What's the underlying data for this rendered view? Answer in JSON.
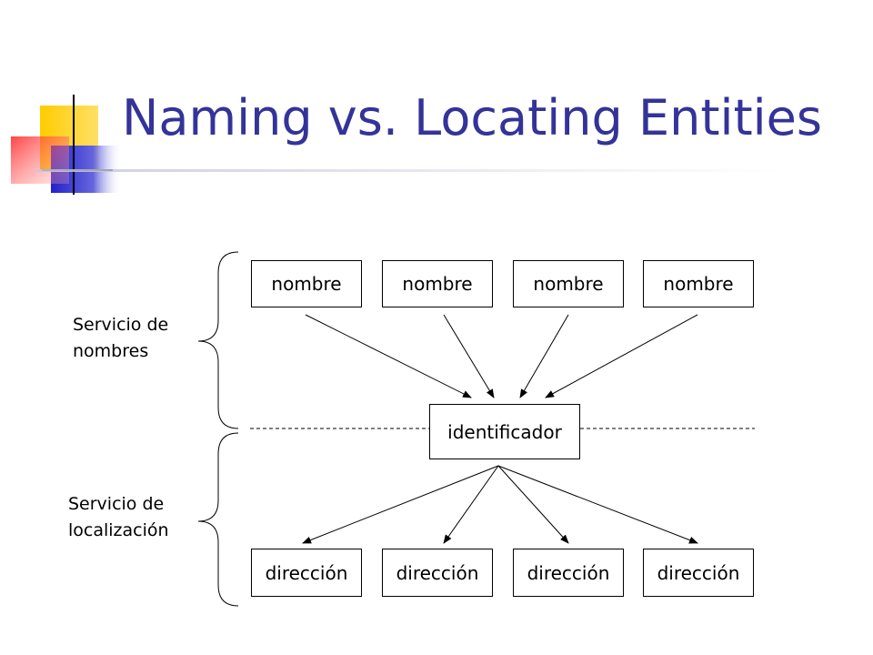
{
  "slide": {
    "title": "Naming vs. Locating Entities"
  },
  "labels": {
    "naming_service_line1": "Servicio de",
    "naming_service_line2": "nombres",
    "location_service_line1": "Servicio de",
    "location_service_line2": "localización"
  },
  "nodes": {
    "names": [
      "nombre",
      "nombre",
      "nombre",
      "nombre"
    ],
    "identifier": "identificador",
    "addresses": [
      "dirección",
      "dirección",
      "dirección",
      "dirección"
    ]
  },
  "colors": {
    "title": "#333399",
    "logo_yellow": "#ffcc00",
    "logo_blue": "#3333cc",
    "logo_red": "#ff3333"
  }
}
